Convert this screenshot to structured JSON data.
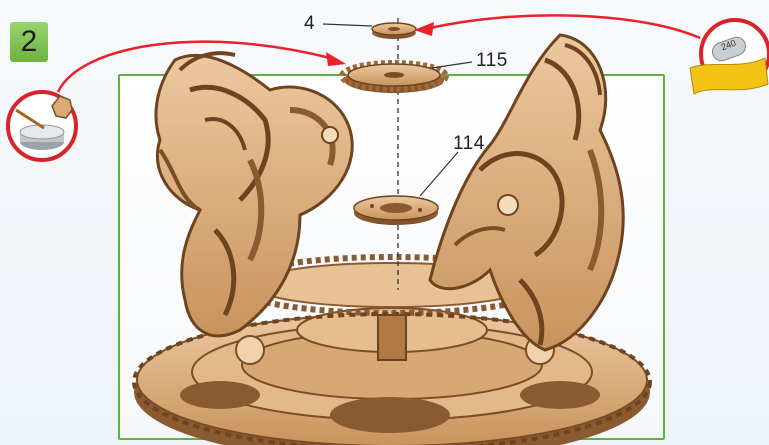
{
  "step": {
    "number": "2"
  },
  "parts": [
    {
      "id": "4",
      "label": "4"
    },
    {
      "id": "115",
      "label": "115"
    },
    {
      "id": "114",
      "label": "114"
    }
  ],
  "icons": {
    "glue": {
      "name": "glue-pot-icon"
    },
    "sandpaper": {
      "name": "sandpaper-icon",
      "grit": "240"
    }
  },
  "colors": {
    "step_badge": "#6db33f",
    "frame": "#61b042",
    "arrow": "#e8212b",
    "wood": "#d9a978",
    "wood_dark": "#8a5a30"
  }
}
